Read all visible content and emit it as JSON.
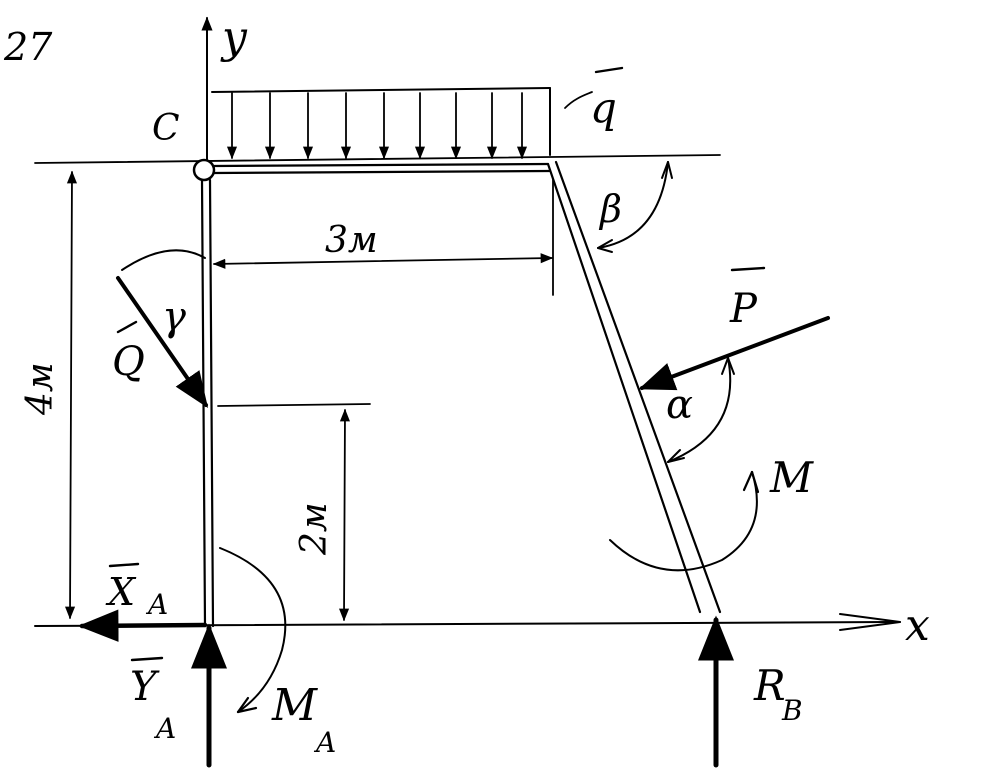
{
  "problem_number": "27",
  "labels": {
    "axis_y": "y",
    "axis_x": "x",
    "point_c": "C",
    "load_q": "q",
    "angle_beta": "β",
    "angle_alpha": "α",
    "angle_gamma": "γ",
    "dim_3m": "3м",
    "dim_4m": "4м",
    "dim_2m": "2м",
    "force_p": "P",
    "force_q": "Q",
    "moment_m": "M",
    "reaction_xa": "X",
    "reaction_xa_sub": "A",
    "reaction_ya": "Y",
    "reaction_ya_sub": "A",
    "moment_ma": "M",
    "moment_ma_sub": "A",
    "reaction_rb": "R",
    "reaction_rb_sub": "B"
  }
}
